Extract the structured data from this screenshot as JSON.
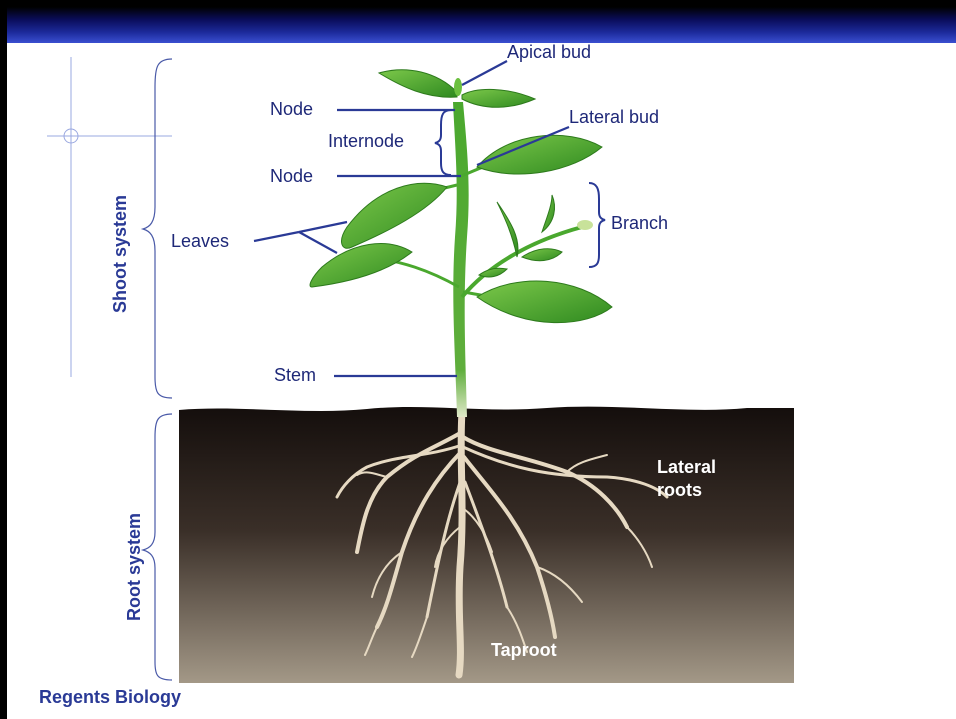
{
  "labels": {
    "apical_bud": "Apical bud",
    "node_top": "Node",
    "internode": "Internode",
    "lateral_bud": "Lateral bud",
    "node_lower": "Node",
    "branch": "Branch",
    "leaves": "Leaves",
    "stem": "Stem",
    "lateral_roots_line1": "Lateral",
    "lateral_roots_line2": "roots",
    "taproot": "Taproot",
    "shoot_system": "Shoot system",
    "root_system": "Root system"
  },
  "footer": "Regents Biology",
  "colors": {
    "label": "#1e2878",
    "leaf": "#4caf2a",
    "stem": "#3f9a2a",
    "soil_top": "#1a1210",
    "soil_bottom": "#9a8f80",
    "root": "#e8dcc6",
    "bar_dark": "#0a0d5a",
    "bar_light": "#3a4fd0"
  }
}
